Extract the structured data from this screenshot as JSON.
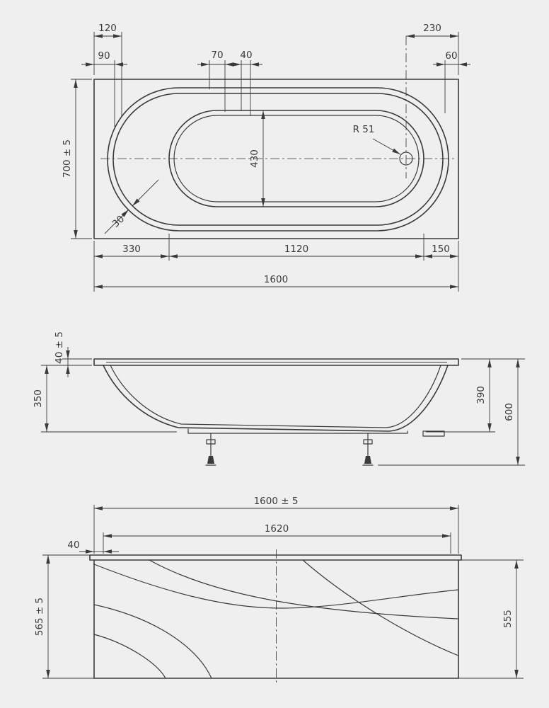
{
  "title": "Bathtub technical drawing - three views",
  "colors": {
    "background": "#efefef",
    "ink": "#3a3a3a"
  },
  "views": {
    "top": {
      "name": "top-view",
      "dims": {
        "d120": "120",
        "d90": "90",
        "d70": "70",
        "d40": "40",
        "d230": "230",
        "d60": "60",
        "d700": "700 ± 5",
        "r51": "R 51",
        "d430": "430",
        "d30": "30",
        "d330": "330",
        "d1120": "1120",
        "d150": "150",
        "d1600": "1600"
      }
    },
    "side": {
      "name": "side-view",
      "dims": {
        "d40": "40 ± 5",
        "d350": "350",
        "d390": "390",
        "d600": "600"
      }
    },
    "front": {
      "name": "front-view",
      "dims": {
        "d1600": "1600 ± 5",
        "d1620": "1620",
        "d40": "40",
        "d565": "565 ± 5",
        "d555": "555"
      }
    }
  }
}
